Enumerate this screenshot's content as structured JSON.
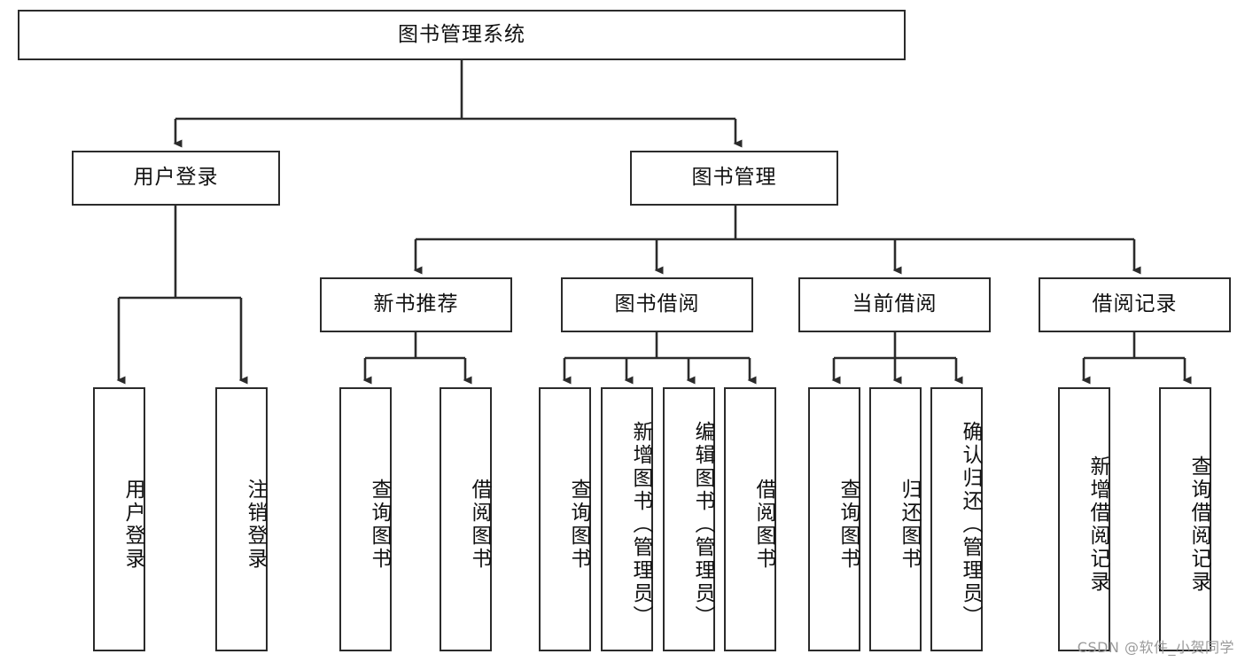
{
  "diagram": {
    "title": "图书管理系统",
    "watermark": "CSDN @软件_小贺同学",
    "levels": {
      "root": {
        "label": "图书管理系统"
      },
      "level1": [
        {
          "id": "user-login",
          "label": "用户登录"
        },
        {
          "id": "book-management",
          "label": "图书管理"
        }
      ],
      "level2": [
        {
          "id": "new-book-recommend",
          "label": "新书推荐"
        },
        {
          "id": "book-borrow",
          "label": "图书借阅"
        },
        {
          "id": "current-borrow",
          "label": "当前借阅"
        },
        {
          "id": "borrow-record",
          "label": "借阅记录"
        }
      ],
      "leaves": {
        "user-login": [
          {
            "id": "leaf-user-login",
            "label": "用户登录"
          },
          {
            "id": "leaf-logout",
            "label": "注销登录"
          }
        ],
        "new-book-recommend": [
          {
            "id": "leaf-query-book-1",
            "label": "查询图书"
          },
          {
            "id": "leaf-borrow-book-1",
            "label": "借阅图书"
          }
        ],
        "book-borrow": [
          {
            "id": "leaf-query-book-2",
            "label": "查询图书"
          },
          {
            "id": "leaf-add-book",
            "label": "新增图书（管理员）"
          },
          {
            "id": "leaf-edit-book",
            "label": "编辑图书（管理员）"
          },
          {
            "id": "leaf-borrow-book-2",
            "label": "借阅图书"
          }
        ],
        "current-borrow": [
          {
            "id": "leaf-query-book-3",
            "label": "查询图书"
          },
          {
            "id": "leaf-return-book",
            "label": "归还图书"
          },
          {
            "id": "leaf-confirm-return",
            "label": "确认归还（管理员）"
          }
        ],
        "borrow-record": [
          {
            "id": "leaf-add-record",
            "label": "新增借阅记录"
          },
          {
            "id": "leaf-query-record",
            "label": "查询借阅记录"
          }
        ]
      }
    },
    "colors": {
      "border": "#2b2b2b",
      "text": "#111111",
      "background": "#ffffff",
      "edge": "#2b2b2b",
      "watermark": "#9a9a9a"
    }
  }
}
